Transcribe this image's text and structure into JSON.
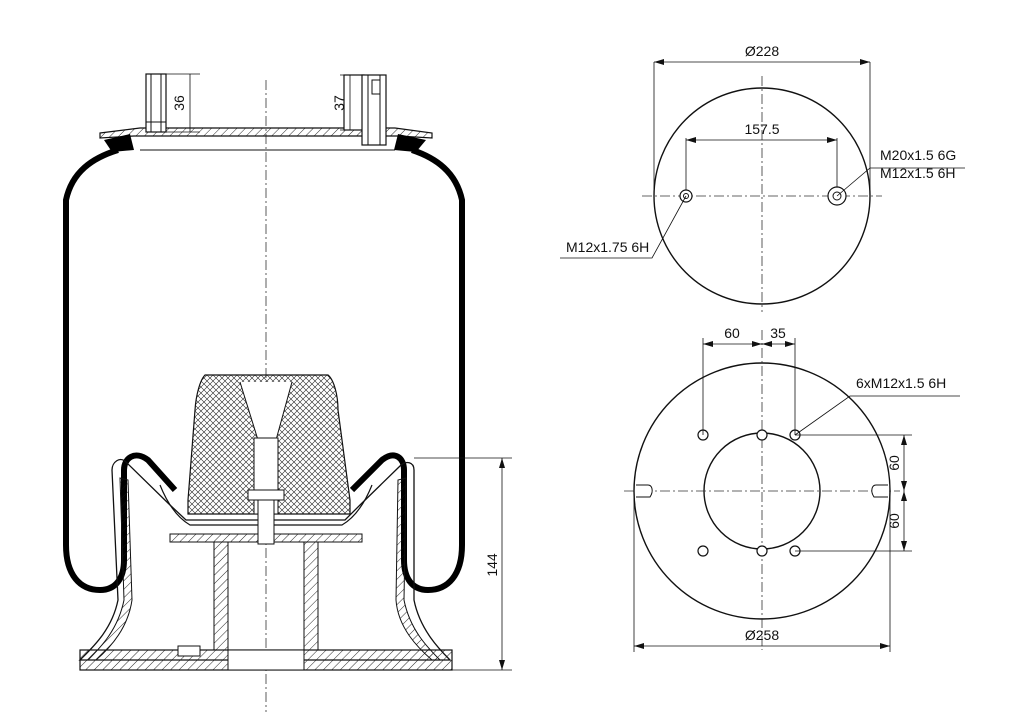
{
  "dimensions": {
    "stud_left_height": "36",
    "stud_right_height": "37",
    "piston_height": "144",
    "top_plate_diameter": "Ø228",
    "top_bolt_spacing": "157.5",
    "top_thread_right_1": "M20x1.5 6G",
    "top_thread_right_2": "M12x1.5 6H",
    "top_thread_left": "M12x1.75 6H",
    "bottom_offset_left": "60",
    "bottom_offset_right": "35",
    "bottom_holes_thread": "6xM12x1.5 6H",
    "bottom_vertical_upper": "60",
    "bottom_vertical_lower": "60",
    "bottom_plate_diameter": "Ø258"
  },
  "colors": {
    "line": "#111111",
    "bellows": "#000000",
    "background": "#ffffff"
  }
}
